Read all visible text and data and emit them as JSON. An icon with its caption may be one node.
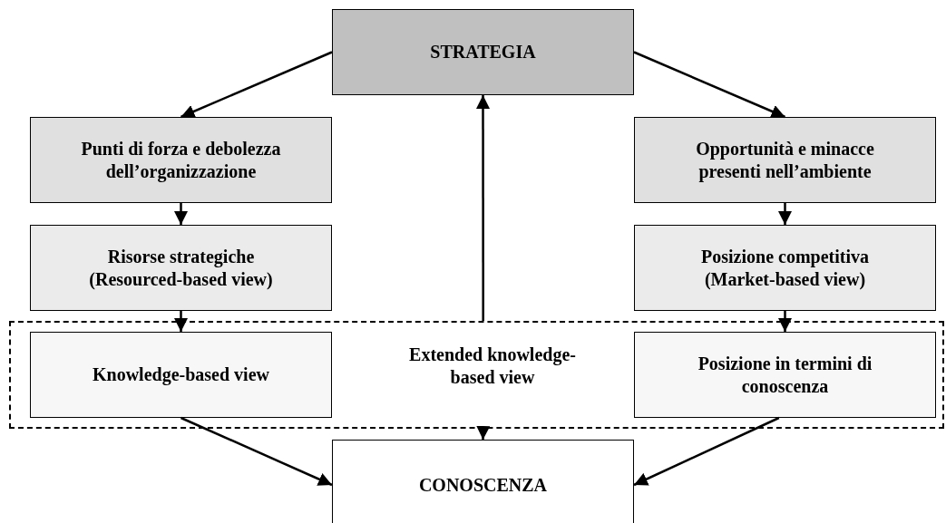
{
  "diagram": {
    "nodes": [
      {
        "text": [
          "STRATEGIA"
        ]
      },
      {
        "text": [
          "Punti di forza e debolezza dell’organizzazione"
        ]
      },
      {
        "text": [
          "Opportunità e minacce presenti nell’ambiente"
        ]
      },
      {
        "text": [
          "Risorse strategiche (Resourced-based view)"
        ]
      },
      {
        "text": [
          "Posizione competitiva (Market-based view)"
        ]
      },
      {
        "text": [
          "Extended knowledge-based view"
        ]
      },
      {
        "text": [
          "Knowledge-based view"
        ],
        "in": 5
      },
      {
        "text": [
          "Posizione in termini di conoscenza"
        ],
        "in": 5
      },
      {
        "text": [
          "CONOSCENZA"
        ]
      }
    ],
    "edges": [
      {
        "from": 0,
        "to": 1,
        "arrow": "to"
      },
      {
        "from": 0,
        "to": 2,
        "arrow": "to"
      },
      {
        "from": 1,
        "to": 3,
        "arrow": "to"
      },
      {
        "from": 2,
        "to": 4,
        "arrow": "to"
      },
      {
        "from": 3,
        "to": 6,
        "arrow": "to"
      },
      {
        "from": 4,
        "to": 7,
        "arrow": "to"
      },
      {
        "from": 5,
        "to": 0,
        "arrow": "to"
      },
      {
        "from": 5,
        "to": 8,
        "arrow": "to"
      },
      {
        "from": 6,
        "to": 8,
        "arrow": "to"
      },
      {
        "from": 7,
        "to": 8,
        "arrow": "to"
      }
    ]
  }
}
